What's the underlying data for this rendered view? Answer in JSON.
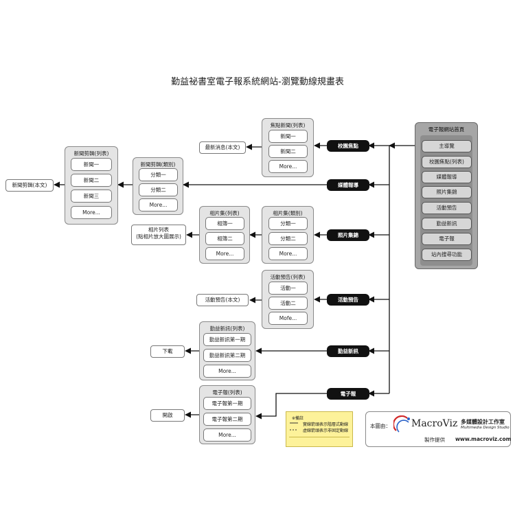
{
  "title": "勤益祕書室電子報系統網站-瀏覽動線規畫表",
  "home": {
    "label": "電子報網站首頁",
    "items": [
      "主導覽",
      "校園焦點(列表)",
      "媒體報導",
      "照片集錦",
      "活動預告",
      "勤益新訊",
      "電子報",
      "站內搜尋功能"
    ]
  },
  "branches": {
    "campus": "校園焦點",
    "media": "媒體報導",
    "photo": "照片集錦",
    "event": "活動預告",
    "news": "勤益新訊",
    "epaper": "電子報"
  },
  "groups": {
    "focus_list": {
      "label": "焦點新聞(列表)",
      "items": [
        "新聞一",
        "新聞二",
        "More..."
      ]
    },
    "clip_cat": {
      "label": "新聞剪輯(類別)",
      "items": [
        "分類一",
        "分類二",
        "More..."
      ]
    },
    "clip_list": {
      "label": "新聞剪輯(列表)",
      "items": [
        "新聞一",
        "新聞二",
        "新聞三",
        "More..."
      ]
    },
    "album_cat": {
      "label": "相片集(類別)",
      "items": [
        "分類一",
        "分類二",
        "More..."
      ]
    },
    "album_list": {
      "label": "相片集(列表)",
      "items": [
        "相簿一",
        "相簿二",
        "More..."
      ]
    },
    "event_list": {
      "label": "活動預告(列表)",
      "items": [
        "活動一",
        "活動二",
        "Mofe..."
      ]
    },
    "news_list": {
      "label": "勤益新訊(列表)",
      "items": [
        "勤益新訊第一期",
        "勤益新訊第二期",
        "More..."
      ]
    },
    "epaper_list": {
      "label": "電子報(列表)",
      "items": [
        "電子報第一期",
        "電子報第二期",
        "More..."
      ]
    }
  },
  "endpoints": {
    "latest": "最新消息(本文)",
    "clip_article": "新聞剪輯(本文)",
    "photo_list": [
      "相片列表",
      "(點相片放大圖展示)"
    ],
    "event_article": "活動預告(本文)",
    "download": "下載",
    "open": "開啟"
  },
  "note": {
    "heading": "※備註",
    "lines": [
      "實線箭頭表示階層式動線",
      "虛線箭頭表示非固定動線"
    ]
  },
  "credit": {
    "prefix": "本圖由：",
    "brand": "MacroViz",
    "studio_cn": "多媒體設計工作室",
    "studio_en": "Multimedia Design Studio",
    "provider": "製作提供",
    "url": "www.macroviz.com"
  },
  "colors": {
    "pill": "#111111",
    "group_bg": "#e4e4e4",
    "home_bg": "#a6a6a6",
    "note_bg": "#fdf29a",
    "logo_red": "#d22828",
    "logo_blue": "#2a62c8"
  }
}
